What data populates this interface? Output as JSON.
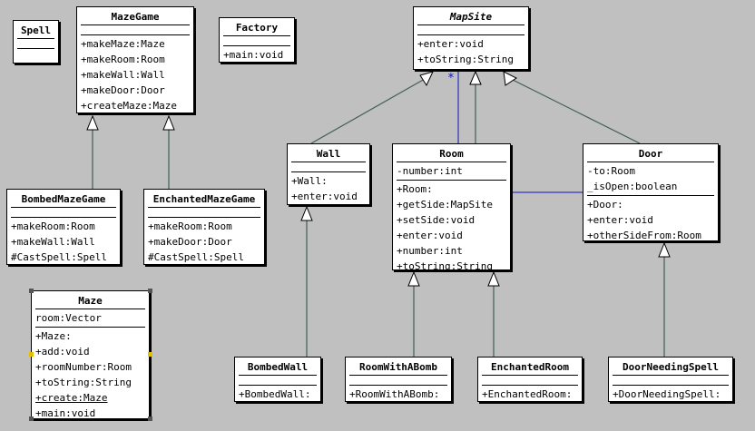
{
  "classes": {
    "spell": {
      "name": "Spell",
      "attributes": [],
      "operations": []
    },
    "mazegame": {
      "name": "MazeGame",
      "attributes": [],
      "operations": [
        "+makeMaze:Maze",
        "+makeRoom:Room",
        "+makeWall:Wall",
        "+makeDoor:Door",
        "+createMaze:Maze"
      ]
    },
    "factory": {
      "name": "Factory",
      "attributes": [],
      "operations": [
        "+main:void"
      ]
    },
    "mapsite": {
      "name": "MapSite",
      "attributes": [],
      "operations": [
        "+enter:void",
        "+toString:String"
      ]
    },
    "wall": {
      "name": "Wall",
      "attributes": [],
      "operations": [
        "+Wall:",
        "+enter:void"
      ]
    },
    "room": {
      "name": "Room",
      "attributes": [
        "-number:int"
      ],
      "operations": [
        "+Room:",
        "+getSide:MapSite",
        "+setSide:void",
        "+enter:void",
        "+number:int",
        "+toString:String"
      ]
    },
    "door": {
      "name": "Door",
      "attributes": [
        "-to:Room",
        "_isOpen:boolean"
      ],
      "operations": [
        "+Door:",
        "+enter:void",
        "+otherSideFrom:Room"
      ]
    },
    "bombedmazegame": {
      "name": "BombedMazeGame",
      "attributes": [],
      "operations": [
        "+makeRoom:Room",
        "+makeWall:Wall",
        "#CastSpell:Spell"
      ]
    },
    "enchantedmazegame": {
      "name": "EnchantedMazeGame",
      "attributes": [],
      "operations": [
        "+makeRoom:Room",
        "+makeDoor:Door",
        "#CastSpell:Spell"
      ]
    },
    "maze": {
      "name": "Maze",
      "attributes": [
        "room:Vector"
      ],
      "operations": [
        "+Maze:",
        "+add:void",
        "+roomNumber:Room",
        "+toString:String",
        "+create:Maze",
        "+main:void"
      ]
    },
    "bombedwall": {
      "name": "BombedWall",
      "attributes": [],
      "operations": [
        "+BombedWall:"
      ]
    },
    "roomwithabomb": {
      "name": "RoomWithABomb",
      "attributes": [],
      "operations": [
        "+RoomWithABomb:"
      ]
    },
    "enchantedroom": {
      "name": "EnchantedRoom",
      "attributes": [],
      "operations": [
        "+EnchantedRoom:"
      ]
    },
    "doorneedingspell": {
      "name": "DoorNeedingSpell",
      "attributes": [],
      "operations": [
        "+DoorNeedingSpell:"
      ]
    }
  },
  "association": {
    "multiplicity": "*"
  },
  "colors": {
    "background": "#c0c0c0",
    "association": "#1010c0",
    "generalization": "#406050"
  }
}
